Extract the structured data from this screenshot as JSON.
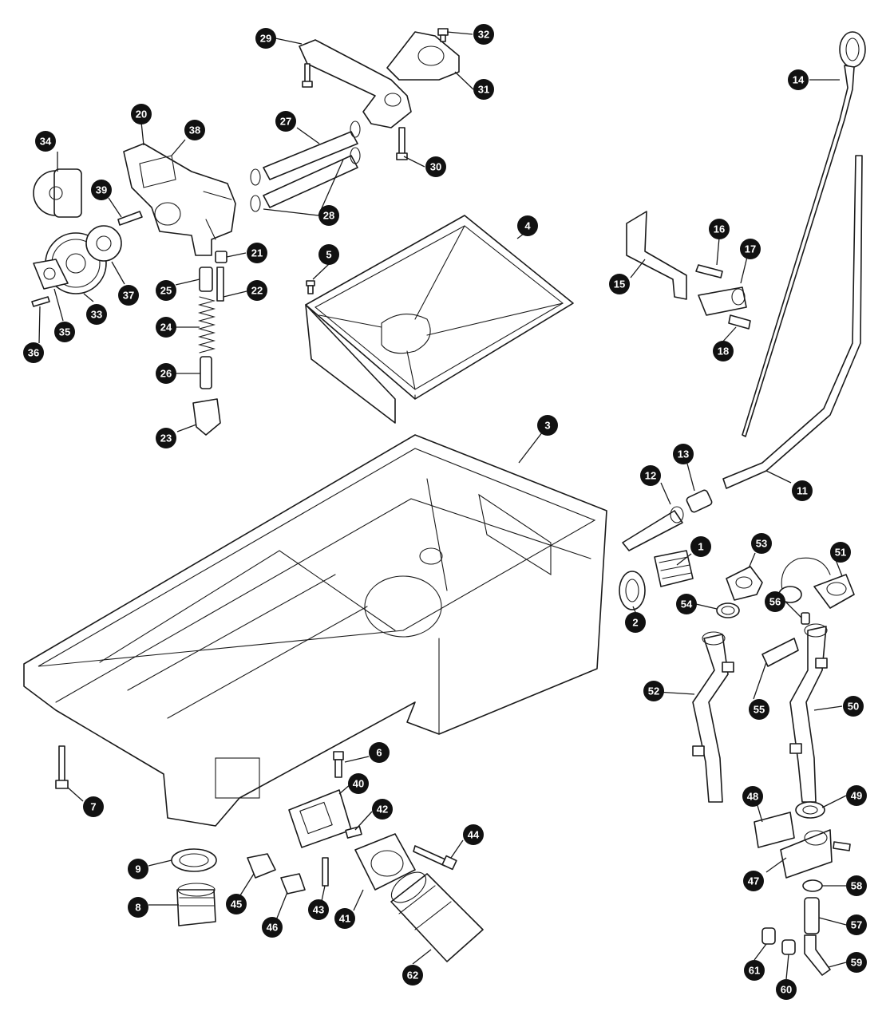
{
  "diagram": {
    "callouts": [
      {
        "id": "1",
        "label": "1"
      },
      {
        "id": "2",
        "label": "2"
      },
      {
        "id": "3",
        "label": "3"
      },
      {
        "id": "4",
        "label": "4"
      },
      {
        "id": "5",
        "label": "5"
      },
      {
        "id": "6",
        "label": "6"
      },
      {
        "id": "7",
        "label": "7"
      },
      {
        "id": "8",
        "label": "8"
      },
      {
        "id": "9",
        "label": "9"
      },
      {
        "id": "11",
        "label": "11"
      },
      {
        "id": "12",
        "label": "12"
      },
      {
        "id": "13",
        "label": "13"
      },
      {
        "id": "14",
        "label": "14"
      },
      {
        "id": "15",
        "label": "15"
      },
      {
        "id": "16",
        "label": "16"
      },
      {
        "id": "17",
        "label": "17"
      },
      {
        "id": "18",
        "label": "18"
      },
      {
        "id": "20",
        "label": "20"
      },
      {
        "id": "21",
        "label": "21"
      },
      {
        "id": "22",
        "label": "22"
      },
      {
        "id": "23",
        "label": "23"
      },
      {
        "id": "24",
        "label": "24"
      },
      {
        "id": "25",
        "label": "25"
      },
      {
        "id": "26",
        "label": "26"
      },
      {
        "id": "27",
        "label": "27"
      },
      {
        "id": "28",
        "label": "28"
      },
      {
        "id": "29",
        "label": "29"
      },
      {
        "id": "30",
        "label": "30"
      },
      {
        "id": "31",
        "label": "31"
      },
      {
        "id": "32",
        "label": "32"
      },
      {
        "id": "33",
        "label": "33"
      },
      {
        "id": "34",
        "label": "34"
      },
      {
        "id": "35",
        "label": "35"
      },
      {
        "id": "36",
        "label": "36"
      },
      {
        "id": "37",
        "label": "37"
      },
      {
        "id": "38",
        "label": "38"
      },
      {
        "id": "39",
        "label": "39"
      },
      {
        "id": "40",
        "label": "40"
      },
      {
        "id": "41",
        "label": "41"
      },
      {
        "id": "42",
        "label": "42"
      },
      {
        "id": "43",
        "label": "43"
      },
      {
        "id": "44",
        "label": "44"
      },
      {
        "id": "45",
        "label": "45"
      },
      {
        "id": "46",
        "label": "46"
      },
      {
        "id": "47",
        "label": "47"
      },
      {
        "id": "48",
        "label": "48"
      },
      {
        "id": "49",
        "label": "49"
      },
      {
        "id": "50",
        "label": "50"
      },
      {
        "id": "51",
        "label": "51"
      },
      {
        "id": "52",
        "label": "52"
      },
      {
        "id": "53",
        "label": "53"
      },
      {
        "id": "54",
        "label": "54"
      },
      {
        "id": "55",
        "label": "55"
      },
      {
        "id": "56",
        "label": "56"
      },
      {
        "id": "57",
        "label": "57"
      },
      {
        "id": "58",
        "label": "58"
      },
      {
        "id": "59",
        "label": "59"
      },
      {
        "id": "60",
        "label": "60"
      },
      {
        "id": "61",
        "label": "61"
      },
      {
        "id": "62",
        "label": "62"
      }
    ],
    "colors": {
      "ink": "#1a1a1a",
      "callout_fill": "#111111",
      "callout_text": "#ffffff",
      "background": "#ffffff"
    }
  }
}
